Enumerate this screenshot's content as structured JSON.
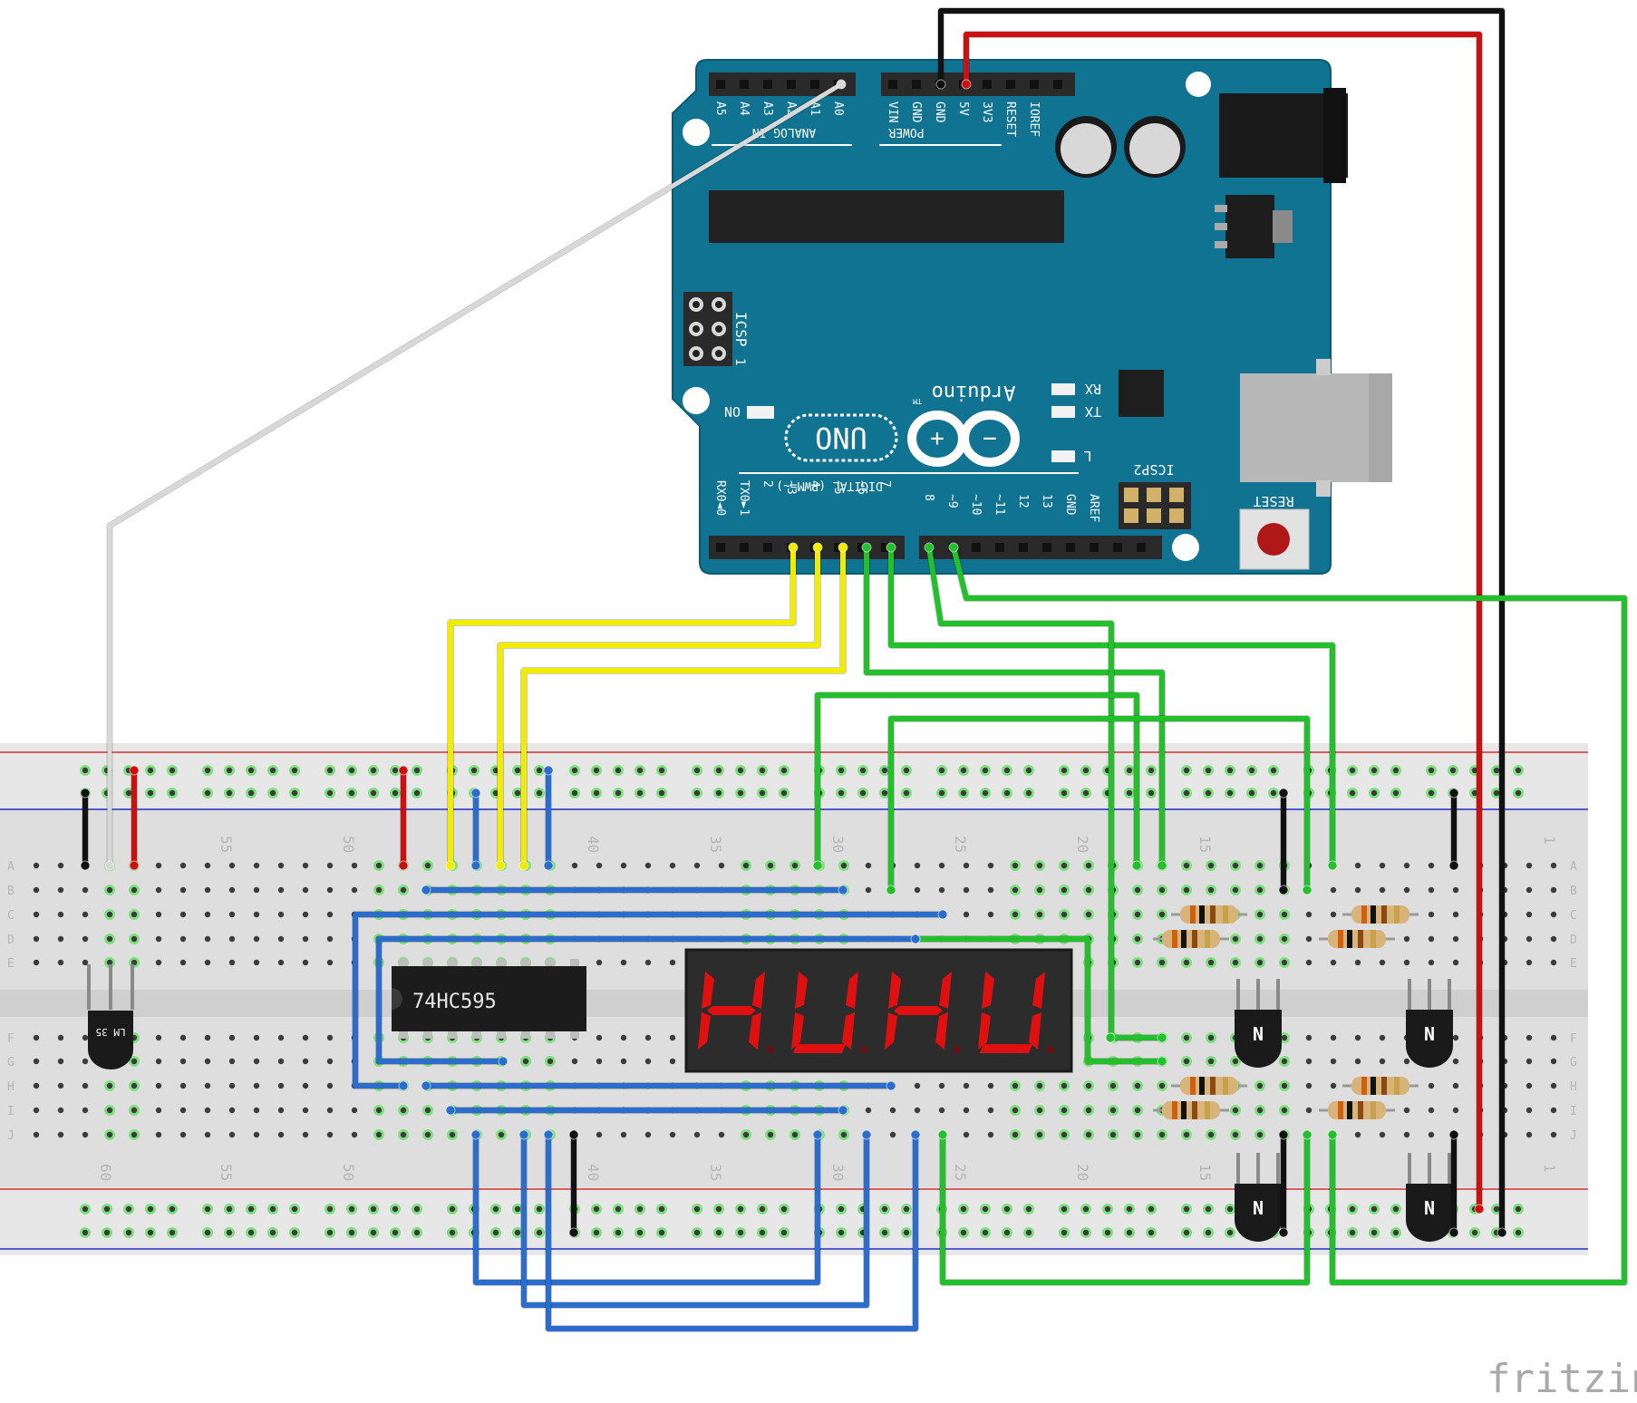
{
  "arduino": {
    "analog_header": "ANALOG IN",
    "analog_pins": [
      "A5",
      "A4",
      "A3",
      "A2",
      "A1",
      "A0"
    ],
    "power_header": "POWER",
    "power_pins": [
      "VIN",
      "GND",
      "GND",
      "5V",
      "3V3",
      "RESET",
      "IOREF"
    ],
    "digital_header": "DIGITAL (PWM=~)",
    "digital_pins_low": [
      "RX0◄0",
      "TX0►1",
      "2",
      "~3",
      "4",
      "~5",
      "~6",
      "7"
    ],
    "digital_pins_high": [
      "8",
      "~9",
      "~10",
      "~11",
      "12",
      "13",
      "GND",
      "AREF"
    ],
    "icsp": "ICSP",
    "icsp2": "ICSP2",
    "led_on": "ON",
    "led_rx": "RX",
    "led_tx": "TX",
    "led_l": "L",
    "reset": "RESET",
    "brand": "Arduino",
    "tm": "TM",
    "model": "UNO",
    "icsp_pin1": "1"
  },
  "breadboard": {
    "top_numbers": [
      "55",
      "50",
      "40",
      "35",
      "30",
      "25",
      "20",
      "15",
      "1"
    ],
    "bottom_numbers": [
      "60",
      "55",
      "50",
      "40",
      "35",
      "30",
      "25",
      "20",
      "15",
      "1"
    ],
    "row_letters_top": [
      "A",
      "B",
      "C",
      "D",
      "E"
    ],
    "row_letters_bottom": [
      "F",
      "G",
      "H",
      "I",
      "J"
    ]
  },
  "shift_register": {
    "label": "74HC595"
  },
  "display": {
    "digits": [
      "H",
      "U",
      "H",
      "U"
    ]
  },
  "sensor": {
    "label": "LM 35"
  },
  "transistor_mark": "N",
  "watermark": "fritzing",
  "colors": {
    "board": "#0f7391",
    "yellow_wire": "#f2ec00",
    "green_wire": "#22c02b",
    "blue_wire": "#2a6dcd",
    "red_wire": "#cc1010",
    "black_wire": "#111111",
    "segment_on": "#e01010"
  }
}
